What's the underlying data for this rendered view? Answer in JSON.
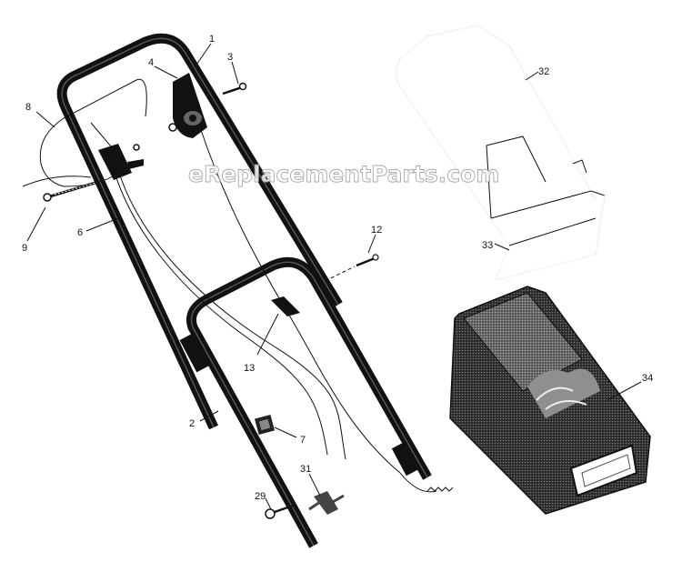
{
  "watermark": "eReplacementParts.com",
  "callouts": {
    "1": "1",
    "2": "2",
    "3": "3",
    "4": "4",
    "6": "6",
    "7": "7",
    "8": "8",
    "9": "9",
    "12": "12",
    "13": "13",
    "29": "29",
    "31": "31",
    "32": "32",
    "33": "33",
    "34": "34"
  },
  "colors": {
    "line": "#111111",
    "watermark": "#9a9a9a",
    "background": "#ffffff"
  }
}
